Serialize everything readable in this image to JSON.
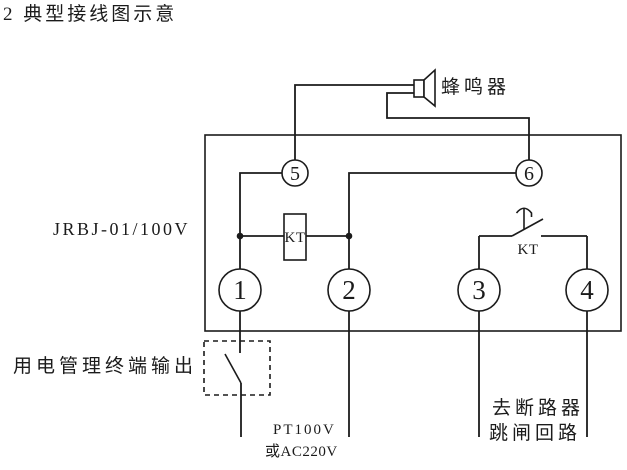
{
  "title": "2 典型接线图示意",
  "device_model": "JRBJ-01/100V",
  "buzzer_label": "蜂鸣器",
  "terminals": [
    "1",
    "2",
    "3",
    "4",
    "5",
    "6"
  ],
  "relay": {
    "coil_label": "KT",
    "contact_label": "KT"
  },
  "annotations": {
    "terminal_output": "用电管理终端输出",
    "power_input_line1": "PT100V",
    "power_input_line2": "或AC220V",
    "trip_circuit_line1": "去断路器",
    "trip_circuit_line2": "跳闸回路"
  },
  "colors": {
    "line": "#1b1b1b",
    "background": "#ffffff"
  }
}
